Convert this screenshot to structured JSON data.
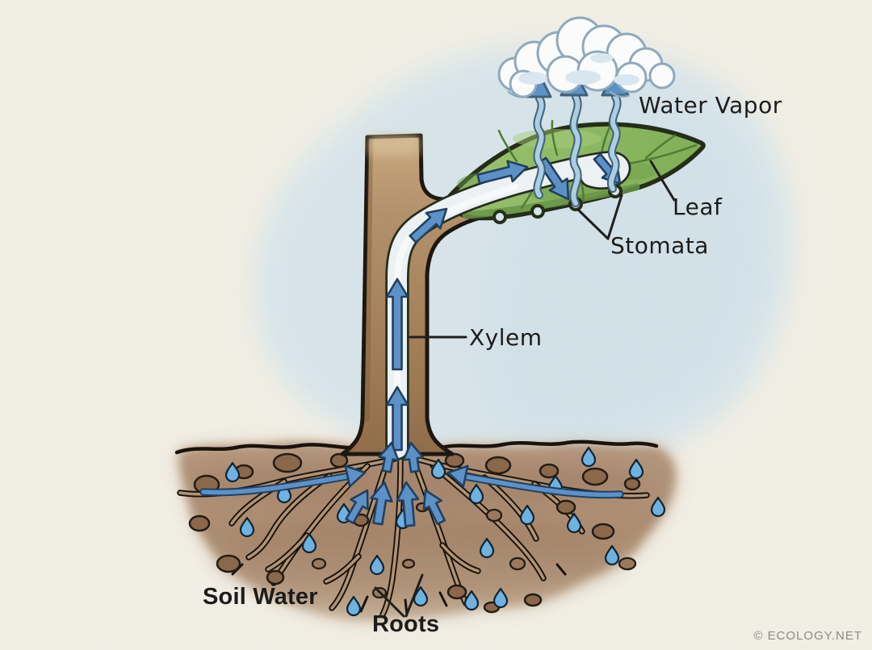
{
  "labels": {
    "water_vapor": "Water Vapor",
    "leaf": "Leaf",
    "stomata": "Stomata",
    "xylem": "Xylem",
    "soil_water": "Soil Water",
    "roots": "Roots"
  },
  "watermark": "© ECOLOGY.NET",
  "colors": {
    "paper": "#f2efe5",
    "sky_wash": "#d6e5eb",
    "cloud_fill": "#fcfdfd",
    "cloud_outline": "#8ea9bd",
    "cloud_shade": "#d8e8f1",
    "vapor_ribbon": "#adcfe3",
    "vapor_ribbon_outline": "#3f6076",
    "leaf_green": "#8cb964",
    "leaf_green_dark": "#6f9e49",
    "leaf_green_light": "#a5cc79",
    "leaf_outline": "#222c16",
    "leaf_vein": "#4e7a33",
    "leaf_edge": "#679447",
    "stem_light": "#c6a47b",
    "stem_mid": "#a8855e",
    "stem_dark": "#8f6c48",
    "stem_outline": "#1b150d",
    "xylem_channel": "#edf2f5",
    "arrow_blue": "#5b91c9",
    "arrow_outline": "#1f3f5e",
    "soil_base": "#b09178",
    "soil_dark": "#96755a",
    "soil_halo": "#cdb8a1",
    "rock_fill": "#8a6749",
    "rock_fill_light": "#9a795c",
    "soil_outline": "#17110b",
    "droplet_blue": "#6db2e2",
    "droplet_outline": "#10222e",
    "ink": "#1d1d1b",
    "label_text": "#1c1c1a",
    "watermark_text": "#8b8b84"
  }
}
